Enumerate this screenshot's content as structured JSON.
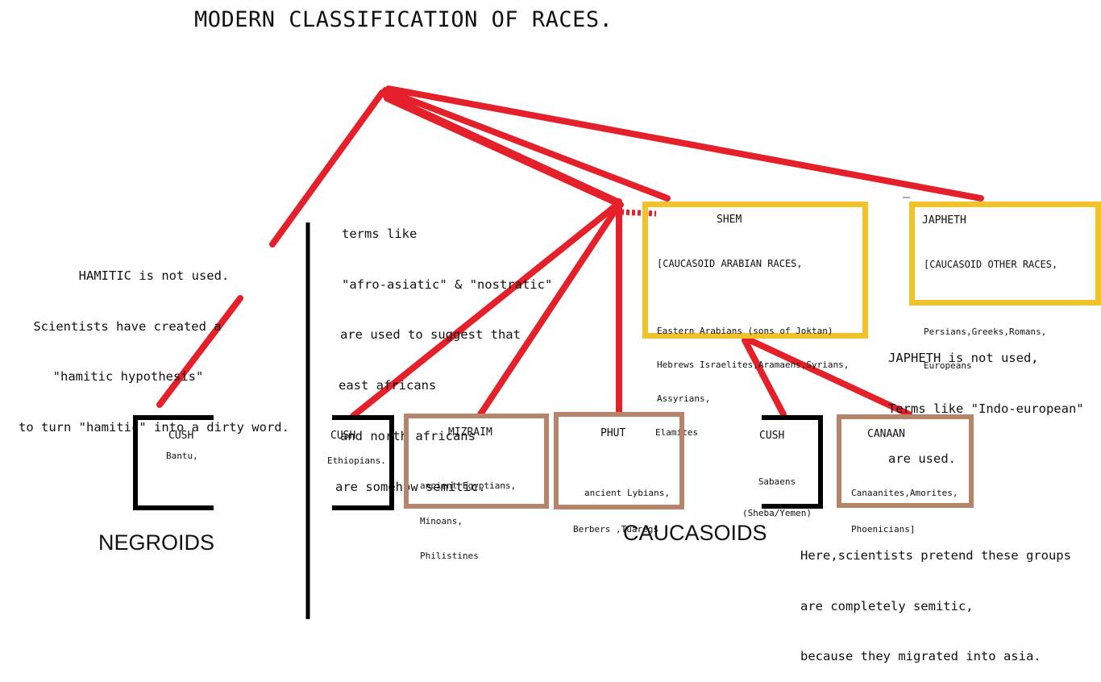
{
  "title": "MODERN CLASSIFICATION OF RACES.",
  "notes": {
    "hamitic": [
      "HAMITIC is not used.",
      "Scientists have created a",
      "\"hamitic hypothesis\"",
      "to turn \"hamitic\" into a dirty word."
    ],
    "afroasiatic": [
      "terms like",
      "\"afro-asiatic\" & \"nostratic\"",
      "are used to suggest that",
      "east africans",
      "and north africans",
      "are somehow semitic."
    ],
    "japheth": [
      "JAPHETH is not used,",
      "Terms like \"Indo-european\"",
      "are used."
    ],
    "here": [
      "Here,scientists pretend these groups",
      "are completely semitic,",
      "because they migrated into asia."
    ]
  },
  "shem": {
    "title": "SHEM",
    "lines": [
      "[CAUCASOID ARABIAN RACES,",
      "",
      "Eastern Arabians (sons of Joktan)",
      "Hebrews Israelites,Aramaens,Syrians,",
      "Assyrians,",
      "Elamites"
    ]
  },
  "japheth_box": {
    "title": "JAPHETH",
    "lines": [
      "[CAUCASOID OTHER RACES,",
      "",
      "Persians,Greeks,Romans,",
      "Europeans"
    ]
  },
  "cush_bantu": {
    "title": "CUSH",
    "desc": "Bantu,"
  },
  "cush_ethiopians": {
    "title": "CUSH",
    "desc": "Ethiopians."
  },
  "mizraim": {
    "title": "MIZRAIM",
    "lines": [
      "ancient Egyptians,",
      "Minoans,",
      "Philistines"
    ]
  },
  "phut": {
    "title": "PHUT",
    "lines": [
      "ancient Lybians,",
      "Berbers ,Tuaregs"
    ]
  },
  "cush_sabaens": {
    "title": "CUSH",
    "lines": [
      "Sabaens",
      "(Sheba/Yemen)"
    ]
  },
  "canaan": {
    "title": "CANAAN",
    "lines": [
      "Canaanites,Amorites,",
      "Phoenicians]"
    ]
  },
  "groups": {
    "negroids": "NEGROIDS",
    "caucasoids": "CAUCASOIDS"
  },
  "colors": {
    "arrow": "#e4202a",
    "shem_border": "#f2c328",
    "family_border": "#b5846a",
    "bracket": "#000000"
  }
}
